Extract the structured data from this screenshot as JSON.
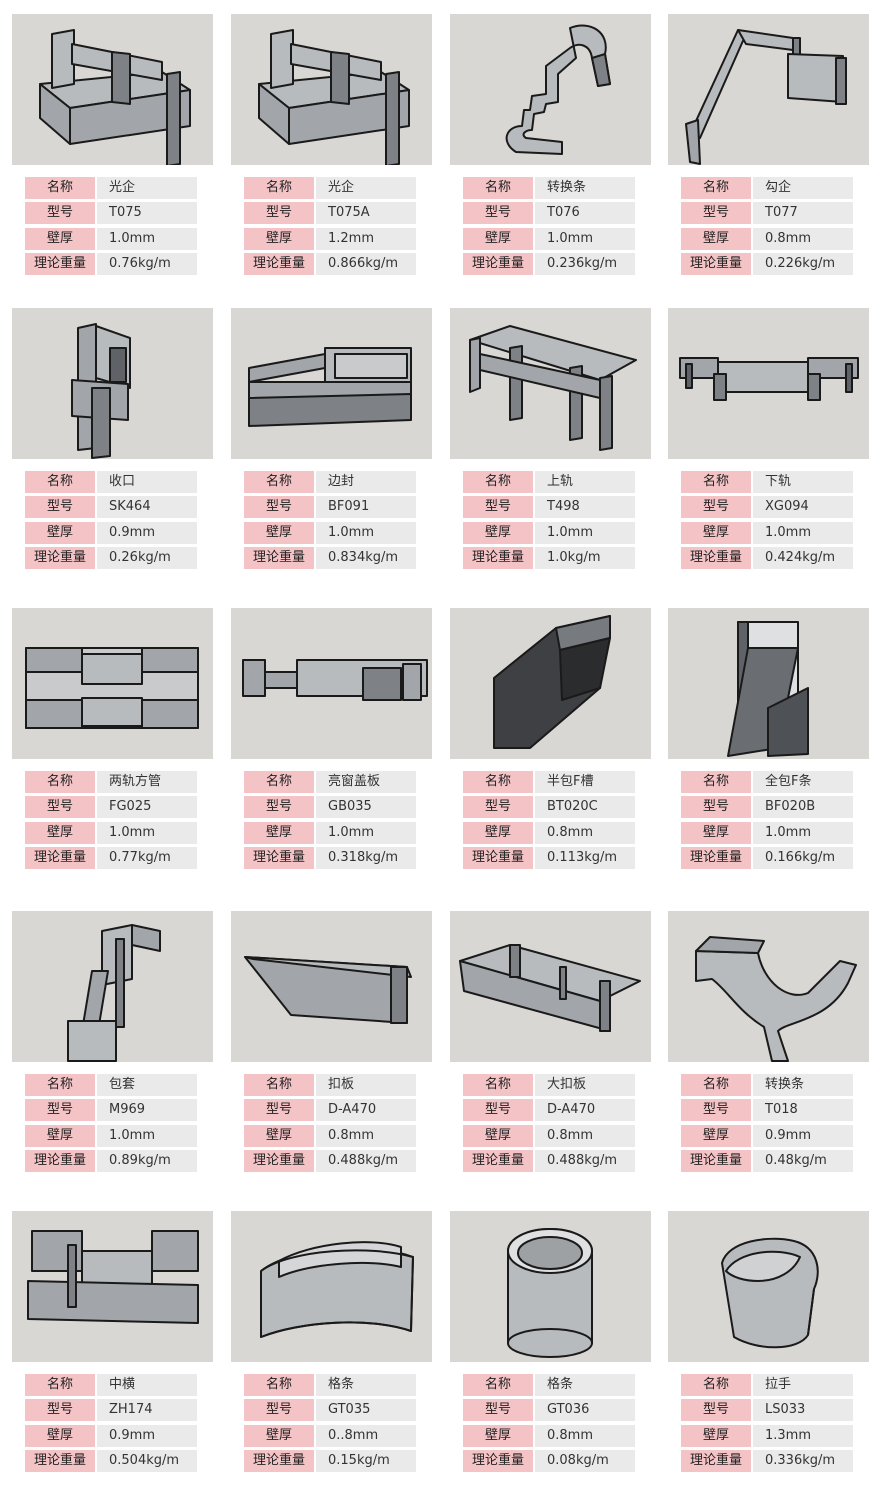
{
  "colors": {
    "thumb_bg": "#d9d7d3",
    "label_bg": "#f4c3c6",
    "value_bg": "#eaeaea",
    "profile_fill": "#a9acaf"
  },
  "labels": {
    "name": "名称",
    "model": "型号",
    "thickness": "壁厚",
    "weight": "理论重量"
  },
  "products": [
    {
      "icon": "double-channel-profile-icon",
      "name": "光企",
      "model": "T075",
      "thickness": "1.0mm",
      "weight": "0.76kg/m"
    },
    {
      "icon": "double-channel-profile-icon",
      "name": "光企",
      "model": "T075A",
      "thickness": "1.2mm",
      "weight": "0.866kg/m"
    },
    {
      "icon": "s-curve-adapter-profile-icon",
      "name": "转换条",
      "model": "T076",
      "thickness": "1.0mm",
      "weight": "0.236kg/m"
    },
    {
      "icon": "hook-profile-icon",
      "name": "勾企",
      "model": "T077",
      "thickness": "0.8mm",
      "weight": "0.226kg/m"
    },
    {
      "icon": "closing-strip-profile-icon",
      "name": "收口",
      "model": "SK464",
      "thickness": "0.9mm",
      "weight": "0.26kg/m"
    },
    {
      "icon": "edge-seal-profile-icon",
      "name": "边封",
      "model": "BF091",
      "thickness": "1.0mm",
      "weight": "0.834kg/m"
    },
    {
      "icon": "upper-rail-profile-icon",
      "name": "上轨",
      "model": "T498",
      "thickness": "1.0mm",
      "weight": "1.0kg/m"
    },
    {
      "icon": "lower-rail-profile-icon",
      "name": "下轨",
      "model": "XG094",
      "thickness": "1.0mm",
      "weight": "0.424kg/m"
    },
    {
      "icon": "square-tube-profile-icon",
      "name": "两轨方管",
      "model": "FG025",
      "thickness": "1.0mm",
      "weight": "0.77kg/m"
    },
    {
      "icon": "transom-cover-profile-icon",
      "name": "亮窗盖板",
      "model": "GB035",
      "thickness": "1.0mm",
      "weight": "0.318kg/m"
    },
    {
      "icon": "half-f-channel-profile-icon",
      "name": "半包F槽",
      "model": "BT020C",
      "thickness": "0.8mm",
      "weight": "0.113kg/m"
    },
    {
      "icon": "full-f-strip-profile-icon",
      "name": "全包F条",
      "model": "BF020B",
      "thickness": "1.0mm",
      "weight": "0.166kg/m"
    },
    {
      "icon": "casing-profile-icon",
      "name": "包套",
      "model": "M969",
      "thickness": "1.0mm",
      "weight": "0.89kg/m"
    },
    {
      "icon": "snap-panel-profile-icon",
      "name": "扣板",
      "model": "D-A470",
      "thickness": "0.8mm",
      "weight": "0.488kg/m"
    },
    {
      "icon": "large-snap-panel-profile-icon",
      "name": "大扣板",
      "model": "D-A470",
      "thickness": "0.8mm",
      "weight": "0.488kg/m"
    },
    {
      "icon": "curved-adapter-profile-icon",
      "name": "转换条",
      "model": "T018",
      "thickness": "0.9mm",
      "weight": "0.48kg/m"
    },
    {
      "icon": "middle-transom-profile-icon",
      "name": "中横",
      "model": "ZH174",
      "thickness": "0.9mm",
      "weight": "0.504kg/m"
    },
    {
      "icon": "oval-grid-bar-profile-icon",
      "name": "格条",
      "model": "GT035",
      "thickness": "0..8mm",
      "weight": "0.15kg/m"
    },
    {
      "icon": "round-tube-profile-icon",
      "name": "格条",
      "model": "GT036",
      "thickness": "0.8mm",
      "weight": "0.08kg/m"
    },
    {
      "icon": "handle-profile-icon",
      "name": "拉手",
      "model": "LS033",
      "thickness": "1.3mm",
      "weight": "0.336kg/m"
    }
  ]
}
